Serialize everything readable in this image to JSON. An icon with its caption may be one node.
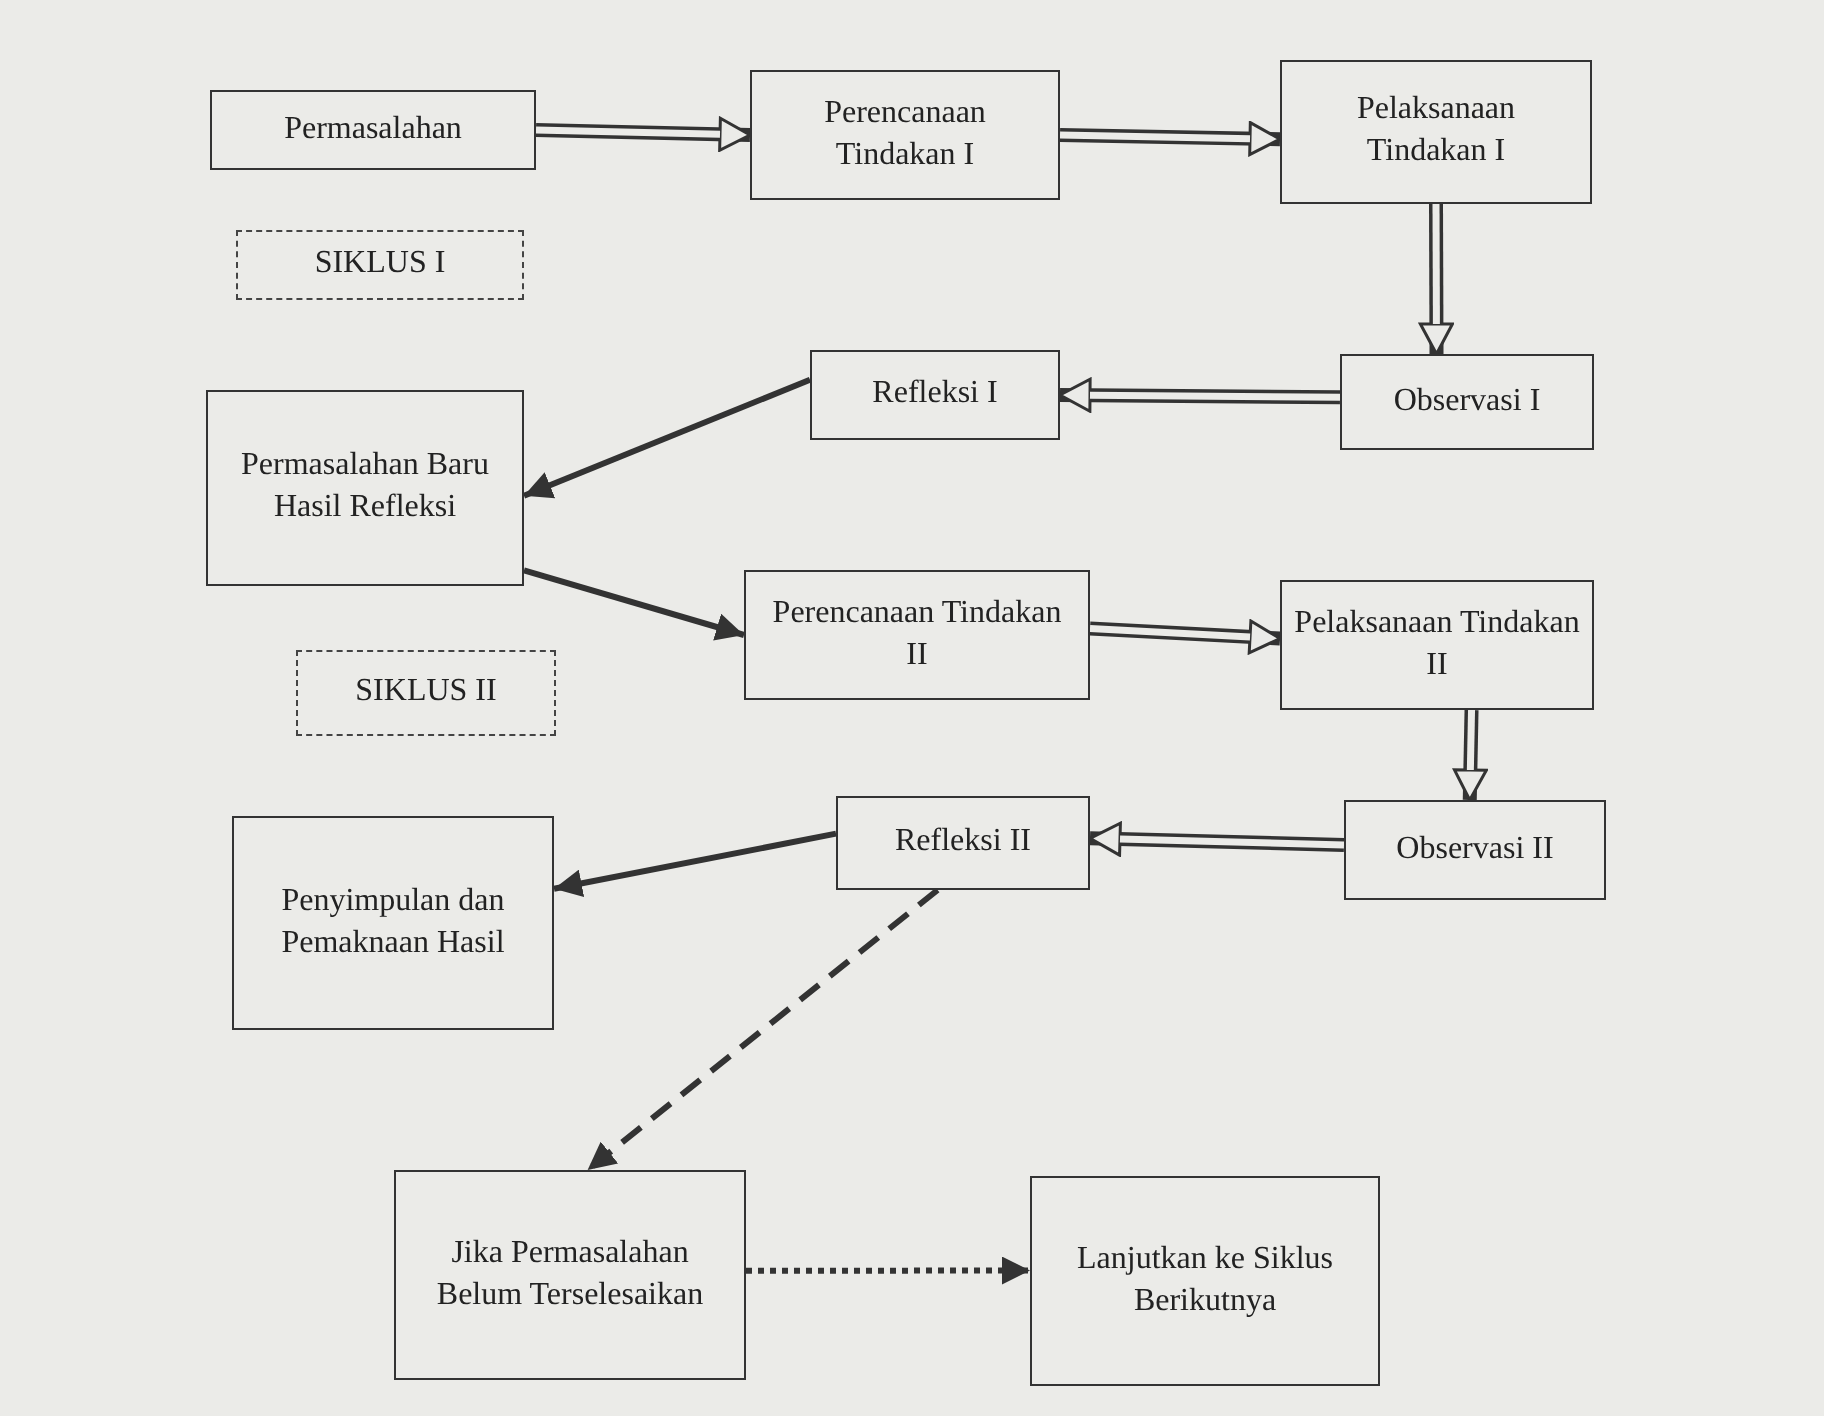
{
  "diagram": {
    "nodes": [
      {
        "text": [
          "Permasalahan"
        ]
      },
      {
        "text": [
          "Perencanaan Tindakan I"
        ]
      },
      {
        "text": [
          "Pelaksanaan Tindakan I"
        ]
      },
      {
        "text": [
          "SIKLUS I"
        ]
      },
      {
        "text": [
          "Refleksi I"
        ]
      },
      {
        "text": [
          "Observasi I"
        ]
      },
      {
        "text": [
          "Permasalahan Baru Hasil Refleksi"
        ]
      },
      {
        "text": [
          "Perencanaan Tindakan II"
        ]
      },
      {
        "text": [
          "Pelaksanaan Tindakan II"
        ]
      },
      {
        "text": [
          "SIKLUS II"
        ]
      },
      {
        "text": [
          "Refleksi II"
        ]
      },
      {
        "text": [
          "Observasi II"
        ]
      },
      {
        "text": [
          "Penyimpulan dan Pemaknaan Hasil"
        ]
      },
      {
        "text": [
          "Jika Permasalahan Belum Terselesaikan"
        ]
      },
      {
        "text": [
          "Lanjutkan ke Siklus Berikutnya"
        ]
      }
    ],
    "edges": [
      {
        "from": 0,
        "to": 1,
        "arrow": "to"
      },
      {
        "from": 1,
        "to": 2,
        "arrow": "to"
      },
      {
        "from": 2,
        "to": 5,
        "arrow": "to"
      },
      {
        "from": 5,
        "to": 4,
        "arrow": "to"
      },
      {
        "from": 4,
        "to": 6,
        "arrow": "to"
      },
      {
        "from": 6,
        "to": 7,
        "arrow": "to"
      },
      {
        "from": 7,
        "to": 8,
        "arrow": "to"
      },
      {
        "from": 8,
        "to": 11,
        "arrow": "to"
      },
      {
        "from": 11,
        "to": 10,
        "arrow": "to"
      },
      {
        "from": 10,
        "to": 12,
        "arrow": "to"
      },
      {
        "from": 10,
        "to": 13,
        "arrow": "to",
        "style": "dashed"
      },
      {
        "from": 13,
        "to": 14,
        "arrow": "to",
        "style": "dashed"
      }
    ]
  }
}
